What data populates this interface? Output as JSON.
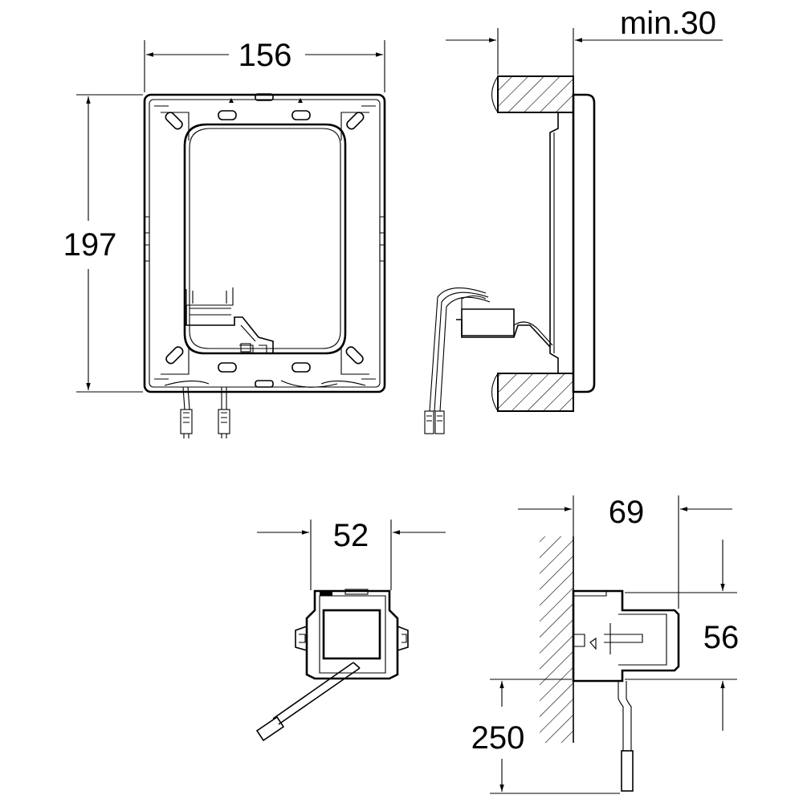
{
  "dimensions": {
    "frame_width": "156",
    "frame_height": "197",
    "wall_min_thickness": "min.30",
    "box_width": "52",
    "box_depth": "69",
    "box_height": "56",
    "cable_length": "250"
  }
}
